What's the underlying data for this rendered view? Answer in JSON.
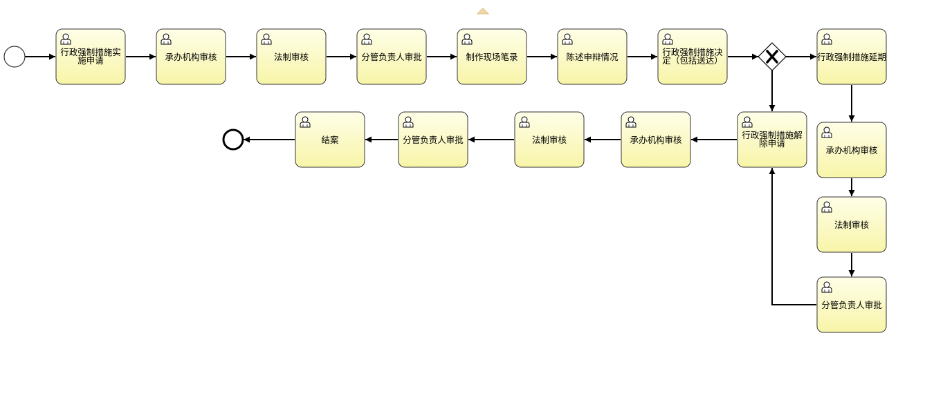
{
  "diagram": {
    "tasks": {
      "t1": [
        "行政强制措施实",
        "施申请"
      ],
      "t2": [
        "承办机构审核"
      ],
      "t3": [
        "法制审核"
      ],
      "t4": [
        "分管负责人审批"
      ],
      "t5": [
        "制作现场笔录"
      ],
      "t6": [
        "陈述申辩情况"
      ],
      "t7": [
        "行政强制措施决",
        "定（包括送达）"
      ],
      "t8": [
        "行政强制措施延期"
      ],
      "t9": [
        "承办机构审核"
      ],
      "t10": [
        "法制审核"
      ],
      "t11": [
        "分管负责人审批"
      ],
      "t12": [
        "行政强制措施解",
        "除申请"
      ],
      "t13": [
        "承办机构审核"
      ],
      "t14": [
        "法制审核"
      ],
      "t15": [
        "分管负责人审批"
      ],
      "t16": [
        "结案"
      ]
    },
    "gateway_icon": "exclusive-gateway-x-icon",
    "task_icon": "user-task-icon",
    "colors": {
      "task_fill_top": "#fefee8",
      "task_fill_bottom": "#f8f5a8",
      "task_stroke": "#333333",
      "arrow": "#000000",
      "caret": "#e9cf9a"
    }
  }
}
